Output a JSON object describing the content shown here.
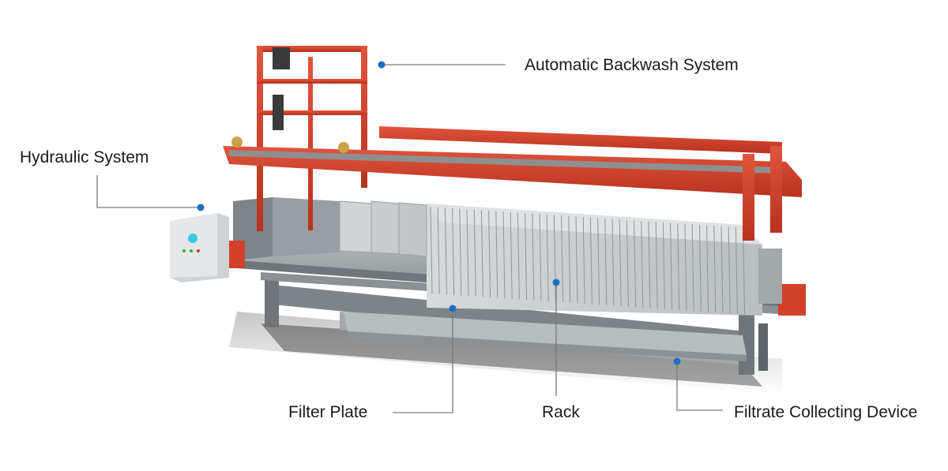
{
  "callouts": {
    "backwash": "Automatic Backwash System",
    "hydraulic": "Hydraulic System",
    "filter_plate": "Filter Plate",
    "rack": "Rack",
    "filtrate": "Filtrate Collecting Device"
  },
  "colors": {
    "frame_red": "#d2402c",
    "steel_gray": "#9aa0a3",
    "plate_light": "#c9cdcf",
    "dot_blue": "#1e6fc0",
    "leader_gray": "#7a7a7a"
  }
}
